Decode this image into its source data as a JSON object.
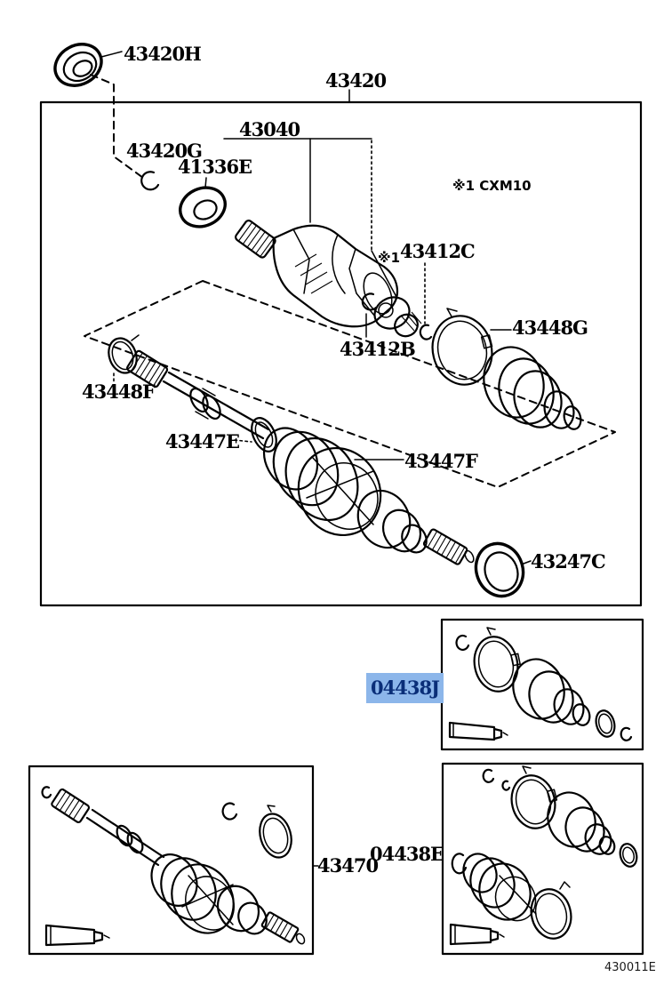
{
  "colors": {
    "background": "#ffffff",
    "line": "#000000",
    "highlight-bg": "#8cb6ea",
    "highlight-text": "#0a2e78"
  },
  "notes": {
    "variant_note": "※1 CXM10",
    "ref_marker": "※1",
    "drawing_code": "430011E"
  },
  "state": {
    "highlighted_callout": "04438J"
  },
  "callouts": {
    "c43420H": "43420H",
    "c43420": "43420",
    "c43040": "43040",
    "c43420G": "43420G",
    "c41336E": "41336E",
    "c43412C": "43412C",
    "c43412B": "43412B",
    "c43448G": "43448G",
    "c43448F": "43448F",
    "c43447E": "43447E",
    "c43447F": "43447F",
    "c43247C": "43247C",
    "c04438J": "04438J",
    "c43470": "43470",
    "c04438E": "04438E"
  }
}
